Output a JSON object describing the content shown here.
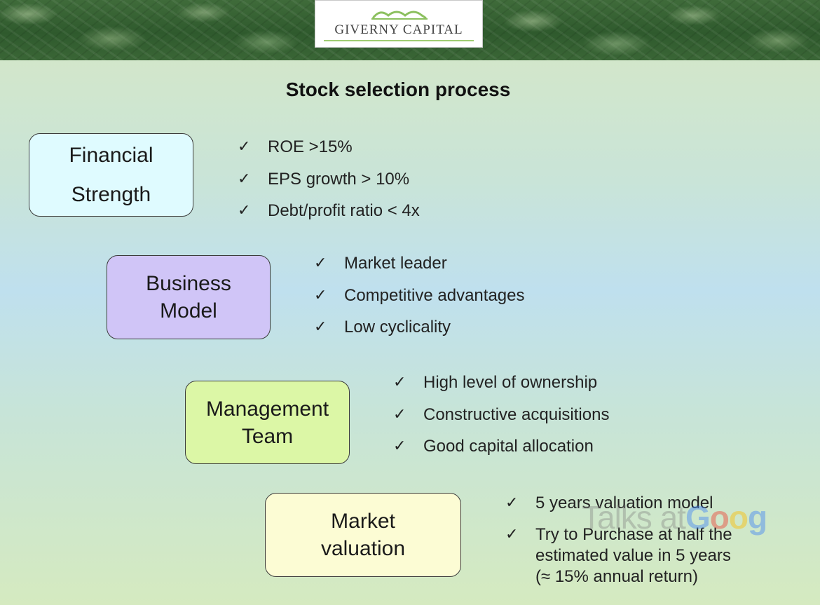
{
  "header": {
    "logo_text": "GIVERNY CAPITAL"
  },
  "title": "Stock selection process",
  "sections": [
    {
      "label_lines": [
        "Financial",
        "Strength"
      ],
      "color": "#dffbff",
      "items": [
        "ROE  >15%",
        "EPS growth  > 10%",
        "Debt/profit ratio  < 4x"
      ]
    },
    {
      "label_lines": [
        "Business",
        "Model"
      ],
      "color": "#d0c5f7",
      "items": [
        "Market leader",
        "Competitive advantages",
        "Low cyclicality"
      ]
    },
    {
      "label_lines": [
        "Management",
        "Team"
      ],
      "color": "#dcf7a6",
      "items": [
        "High level of ownership",
        "Constructive acquisitions",
        "Good capital allocation"
      ]
    },
    {
      "label_lines": [
        "Market",
        "valuation"
      ],
      "color": "#fcfcd4",
      "items": [
        "5 years valuation model",
        "Try to Purchase at half the",
        "estimated value in 5 years",
        "(≈ 15% annual return)"
      ]
    }
  ],
  "check_mark": "✓",
  "watermark": {
    "text_a": "Talks at",
    "text_b": [
      "G",
      "o",
      "o",
      "g"
    ]
  }
}
